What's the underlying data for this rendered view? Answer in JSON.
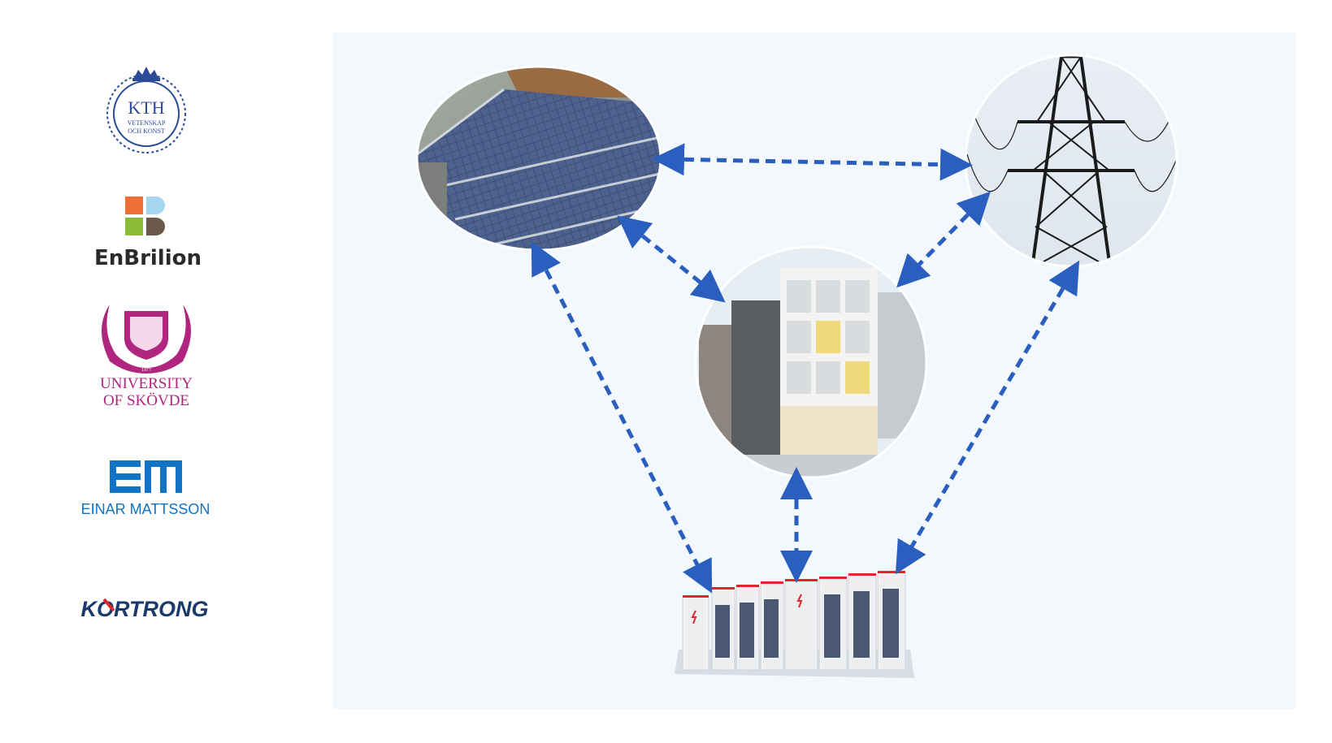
{
  "logos": {
    "kth": {
      "main": "KTH",
      "line1": "VETENSKAP",
      "line2": "OCH KONST",
      "color": "#2b4a9a"
    },
    "enbrilion": {
      "name": "EnBrilion",
      "colors": [
        "#ee6f36",
        "#a6d6ee",
        "#8cba39",
        "#6b5a4a"
      ]
    },
    "skovde": {
      "line1": "UNIVERSITY",
      "line2": "OF SKÖVDE",
      "year": "1977",
      "color": "#b0267e"
    },
    "einar": {
      "mark": "EM",
      "name": "EINAR MATTSSON",
      "color": "#1173c6"
    },
    "kortrong": {
      "name": "KORTRONG",
      "color": "#1a3a6b",
      "accent": "#e3262d"
    }
  },
  "diagram": {
    "nodes": [
      {
        "id": "solar",
        "icon": "solar-panels-image"
      },
      {
        "id": "grid",
        "icon": "power-pylon-image"
      },
      {
        "id": "building",
        "icon": "apartment-building-image"
      },
      {
        "id": "storage",
        "icon": "battery-storage-image"
      }
    ],
    "arrow_color": "#2a5fc0"
  }
}
